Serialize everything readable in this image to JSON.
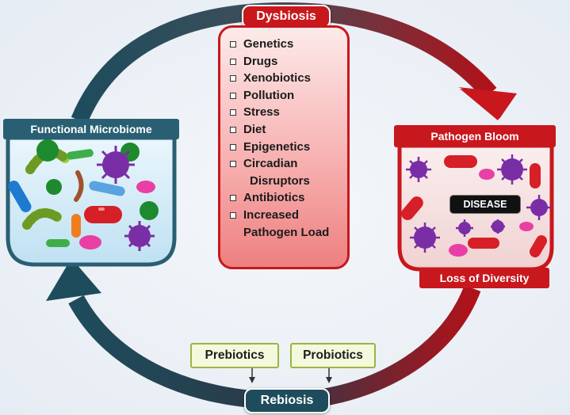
{
  "cycle": {
    "top_label": "Dysbiosis",
    "bottom_label": "Rebiosis"
  },
  "factors": [
    {
      "label": "Genetics"
    },
    {
      "label": "Drugs"
    },
    {
      "label": "Xenobiotics"
    },
    {
      "label": "Pollution"
    },
    {
      "label": "Stress"
    },
    {
      "label": "Diet"
    },
    {
      "label": "Epigenetics"
    },
    {
      "label": "Circadian",
      "continuation": "Disruptors"
    },
    {
      "label": "Antibiotics"
    },
    {
      "label": "Increased",
      "continuation": "Pathogen Load"
    }
  ],
  "functional_tank": {
    "title": "Functional Microbiome"
  },
  "pathogen_tank": {
    "title": "Pathogen Bloom",
    "center_label": "DISEASE",
    "bottom_label": "Loss of Diversity"
  },
  "interventions": {
    "prebiotics": "Prebiotics",
    "probiotics": "Probiotics"
  },
  "colors": {
    "dysbiosis_red": "#c8171d",
    "rebiosis_teal": "#1e4c5c",
    "functional_teal": "#2a5f73",
    "factor_box_fill": "#f7b1b1",
    "healthy_tank_water": "#d5ecf7",
    "disease_tank_water": "#f7e1e1",
    "supplement_box_fill": "#f4f9dd"
  }
}
